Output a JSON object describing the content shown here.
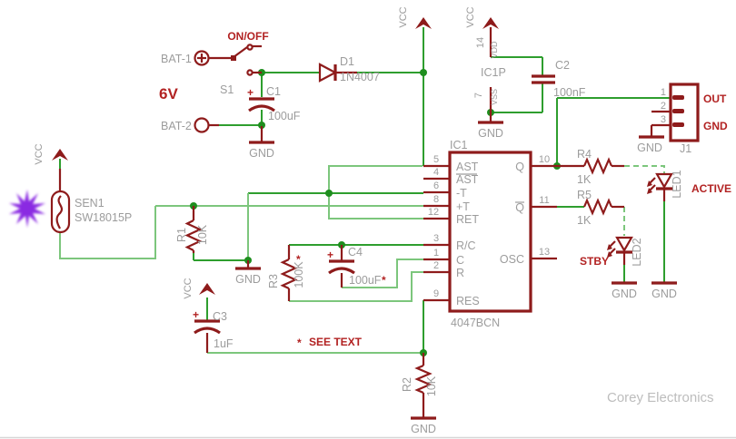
{
  "colors": {
    "wire_green": "#2E9E2E",
    "wire_green_light": "#7CC67C",
    "component_red": "#8E1B1B",
    "label_red": "#B22222",
    "label_gray": "#9C9C9C",
    "credit_gray": "#BDBDBD",
    "junction_green": "#1E8E1E",
    "star_purple": "#8A2BE2"
  },
  "nets": {
    "vcc": "VCC",
    "gnd": "GND"
  },
  "battery": {
    "bat1": "BAT-1",
    "bat2": "BAT-2",
    "voltage": "6V"
  },
  "switch": {
    "label": "ON/OFF",
    "ref": "S1"
  },
  "c1": {
    "ref": "C1",
    "value": "100uF",
    "plus": "+"
  },
  "d1": {
    "ref": "D1",
    "value": "1N4007"
  },
  "ic1p": {
    "ref": "IC1P",
    "pin14": "14",
    "vdd": "VDD",
    "pin7": "7",
    "vss": "VSS"
  },
  "c2": {
    "ref": "C2",
    "value": "100nF"
  },
  "ic1": {
    "ref": "IC1",
    "part": "4047BCN",
    "left_pins": [
      {
        "num": "5",
        "name": "AST"
      },
      {
        "num": "4",
        "name": "AST"
      },
      {
        "num": "6",
        "name": "-T"
      },
      {
        "num": "8",
        "name": "+T"
      },
      {
        "num": "12",
        "name": "RET"
      },
      {
        "num": "3",
        "name": "R/C"
      },
      {
        "num": "1",
        "name": "C"
      },
      {
        "num": "2",
        "name": "R"
      },
      {
        "num": "9",
        "name": "RES"
      }
    ],
    "right_pins": [
      {
        "num": "10",
        "name": "Q"
      },
      {
        "num": "11",
        "name": "Q"
      },
      {
        "num": "13",
        "name": "OSC"
      }
    ]
  },
  "r1": {
    "ref": "R1",
    "value": "10K"
  },
  "r2": {
    "ref": "R2",
    "value": "10K"
  },
  "r3": {
    "ref": "R3",
    "value": "100K",
    "note_mark": "*"
  },
  "r4": {
    "ref": "R4",
    "value": "1K"
  },
  "r5": {
    "ref": "R5",
    "value": "1K"
  },
  "c3": {
    "ref": "C3",
    "value": "1uF",
    "plus": "+"
  },
  "c4": {
    "ref": "C4",
    "value": "100uF",
    "note_mark": "*",
    "plus": "+"
  },
  "sensor": {
    "ref": "SEN1",
    "part": "SW18015P"
  },
  "led1": {
    "ref": "LED1",
    "label": "ACTIVE"
  },
  "led2": {
    "ref": "LED2",
    "label": "STBY"
  },
  "j1": {
    "ref": "J1",
    "pin1": "1",
    "pin2": "2",
    "pin3": "3",
    "out": "OUT",
    "gnd": "GND"
  },
  "note": {
    "mark": "*",
    "text": "SEE TEXT"
  },
  "credit": "Corey Electronics"
}
